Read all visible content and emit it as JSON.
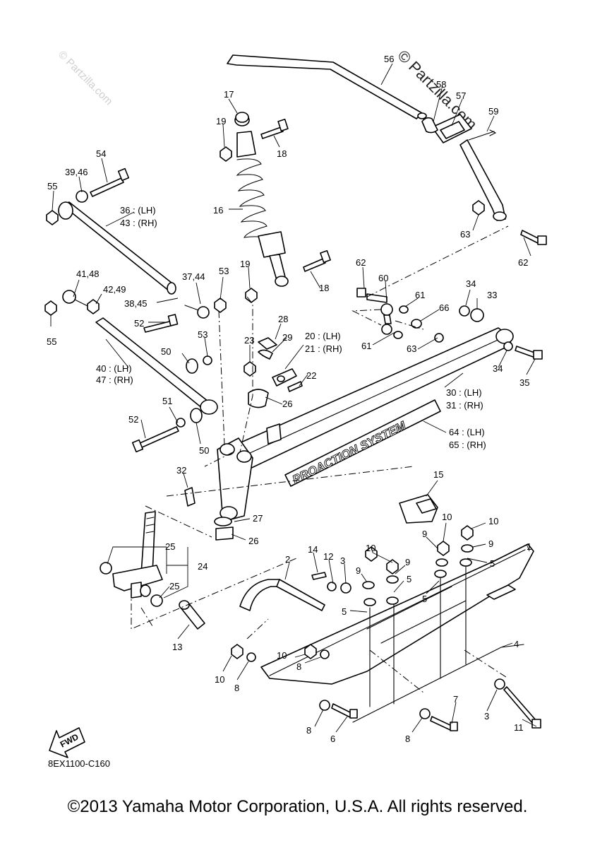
{
  "watermark": {
    "brand": "© Partzilla.com",
    "repeat": "© Partzilla.com"
  },
  "drawing_code": "8EX1100-C160",
  "fwd_label": "FWD",
  "logo_text": "PROACTION SYSTEM",
  "copyright": "©2013 Yamaha Motor Corporation, U.S.A. All rights reserved.",
  "callouts": {
    "c56": "56",
    "c58": "58",
    "c57": "57",
    "c59": "59",
    "c17": "17",
    "c19a": "19",
    "c18a": "18",
    "c54": "54",
    "c3946": "39,46",
    "c55a": "55",
    "c36": "36 : (LH)",
    "c43": "43 : (RH)",
    "c16": "16",
    "c63a": "63",
    "c62a": "62",
    "c19b": "19",
    "c18b": "18",
    "c4148": "41,48",
    "c4249": "42,49",
    "c3744": "37,44",
    "c53a": "53",
    "c3845": "38,45",
    "c55b": "55",
    "c52a": "52",
    "c53b": "53",
    "c62b": "62",
    "c60": "60",
    "c61a": "61",
    "c66": "66",
    "c34a": "34",
    "c33": "33",
    "c28": "28",
    "c29": "29",
    "c23": "23",
    "c20": "20 : (LH)",
    "c21": "21 : (RH)",
    "c61b": "61",
    "c63b": "63",
    "c34b": "34",
    "c35": "35",
    "c50a": "50",
    "c40": "40 : (LH)",
    "c47": "47 : (RH)",
    "c22": "22",
    "c30": "30 : (LH)",
    "c31": "31 : (RH)",
    "c26a": "26",
    "c51": "51",
    "c52b": "52",
    "c50b": "50",
    "c64": "64 : (LH)",
    "c65": "65 : (RH)",
    "c32": "32",
    "c15": "15",
    "c27": "27",
    "c10a": "10",
    "c10b": "10",
    "c9a": "9",
    "c9b": "9",
    "c1": "1",
    "c26b": "26",
    "c25a": "25",
    "c24": "24",
    "c14": "14",
    "c12": "12",
    "c3a": "3",
    "c10c": "10",
    "c5a": "5",
    "c5b": "5",
    "c2": "2",
    "c9c": "9",
    "c9d": "9",
    "c5c": "5",
    "c5d": "5",
    "c25b": "25",
    "c13": "13",
    "c4": "4",
    "c10d": "10",
    "c8a": "8",
    "c10e": "10",
    "c8b": "8",
    "c3b": "3",
    "c7": "7",
    "c11": "11",
    "c8c": "8",
    "c6": "6",
    "c8d": "8"
  }
}
